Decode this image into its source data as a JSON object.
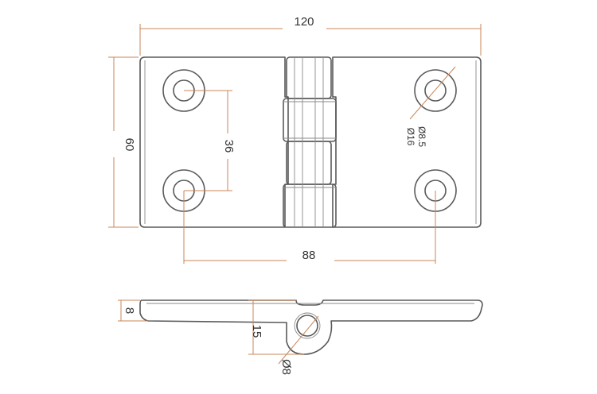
{
  "drawing": {
    "colors": {
      "outline": "#5a5a5a",
      "dimension": "#c8865a",
      "text": "#333333"
    },
    "dimensions": {
      "overall_width": "120",
      "overall_height": "60",
      "hole_spacing_vertical": "36",
      "hole_spacing_horizontal": "88",
      "hole_inner_diameter": "Ø8.5",
      "hole_outer_diameter": "Ø16",
      "plate_thickness": "8",
      "knuckle_height": "15",
      "pin_diameter": "Ø8"
    }
  }
}
